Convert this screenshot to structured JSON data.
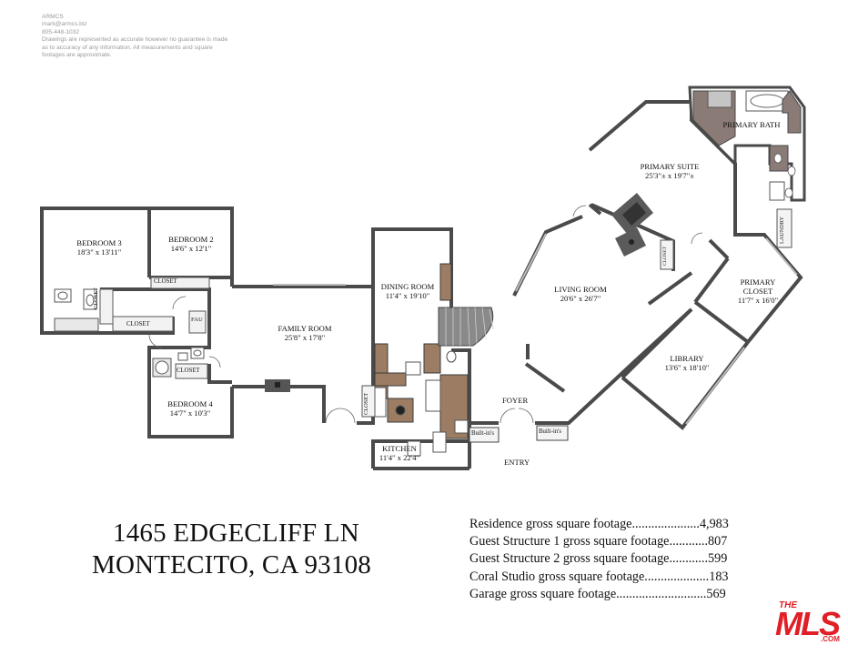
{
  "credits": {
    "company": "ARMCS",
    "email": "mark@armcs.biz",
    "phone": "805-448-1032",
    "disclaimer": [
      "Drawings are represented as accurate however no guarantee is made",
      "as to accuracy of any information. All measurements and square",
      "footages are approximate."
    ]
  },
  "rooms": {
    "bedroom3": {
      "name": "BEDROOM 3",
      "dims": "18'3\" x 13'11\""
    },
    "bedroom2": {
      "name": "BEDROOM 2",
      "dims": "14'6\" x 12'1\""
    },
    "bedroom4": {
      "name": "BEDROOM 4",
      "dims": "14'7\" x 10'3\""
    },
    "family": {
      "name": "FAMILY ROOM",
      "dims": "25'8\" x 17'8\""
    },
    "dining": {
      "name": "DINING ROOM",
      "dims": "11'4\" x 19'10\""
    },
    "kitchen": {
      "name": "KITCHEN",
      "dims": "11'4\" x 22'4\""
    },
    "living": {
      "name": "LIVING ROOM",
      "dims": "20'6\" x 26'7\""
    },
    "primary_suite": {
      "name": "PRIMARY SUITE",
      "dims": "25'3\"± x 19'7\"±"
    },
    "primary_bath": {
      "name": "PRIMARY BATH"
    },
    "primary_closet": {
      "name1": "PRIMARY",
      "name2": "CLOSET",
      "dims": "11'7\" x 16'0\""
    },
    "library": {
      "name": "LIBRARY",
      "dims": "13'6\" x 18'10\""
    },
    "foyer": {
      "name": "FOYER"
    },
    "entry": {
      "name": "ENTRY"
    }
  },
  "small_labels": {
    "closet": "CLOSET",
    "fau": "FAU",
    "laundry": "LAUNDRY",
    "builtins": "Built-in's"
  },
  "address": {
    "line1": "1465 EDGECLIFF LN",
    "line2": "MONTECITO, CA 93108"
  },
  "square_footage": [
    "Residence gross square footage.....................4,983",
    "Guest Structure 1 gross square footage............807",
    "Guest Structure 2 gross square footage............599",
    "Coral Studio gross square footage....................183",
    "Garage gross square footage............................569"
  ],
  "logo": {
    "the": "THE",
    "mls": "MLS",
    "com": ".COM",
    "color": "#e01f26"
  },
  "colors": {
    "wall": "#4a4a4a",
    "tile": "#8a7b76",
    "counter": "#9c7d63",
    "stair": "#7a7a7a"
  }
}
